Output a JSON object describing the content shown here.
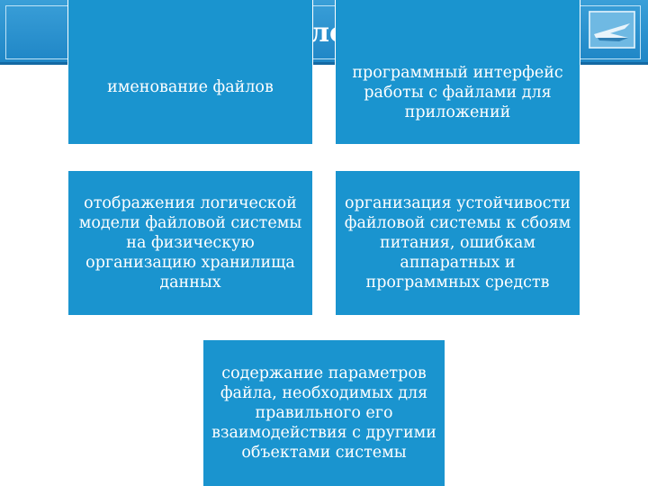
{
  "slide": {
    "title": "Функции файловой системы"
  },
  "boxes": {
    "file_naming": "именование файлов",
    "app_api": "программный интерфейс работы с файлами для приложений",
    "mapping": "отображения логической модели файловой системы на физическую организацию хранилища данных",
    "resilience": "организация устойчивости файловой системы к сбоям питания, ошибкам аппаратных и программных средств",
    "parameters": "содержание параметров файла, необходимых для правильного его взаимодействия с другими объектами системы"
  },
  "colors": {
    "box_fill": "#1a94cf",
    "title_bar": "#1f86c6",
    "text": "#ffffff"
  },
  "icons": {
    "logo": "aircraft-logo-icon"
  }
}
